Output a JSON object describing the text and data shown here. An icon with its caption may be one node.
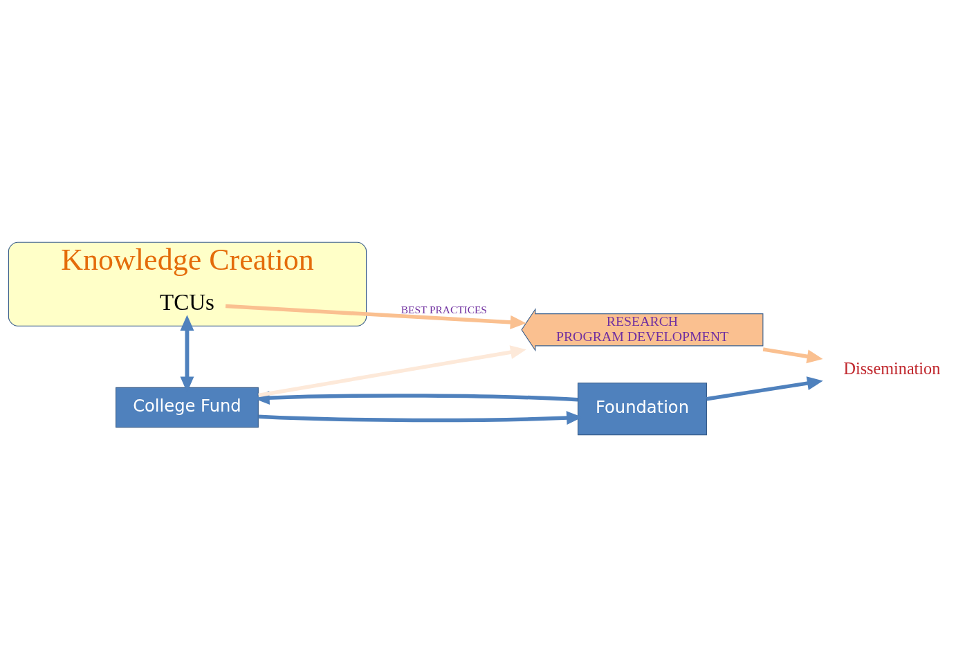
{
  "diagram": {
    "nodes": [
      {
        "text": [
          "Knowledge Creation"
        ]
      },
      {
        "text": [
          "Foundation"
        ]
      },
      {
        "text": [
          "College Fund"
        ]
      },
      {
        "text": [
          "TCUs"
        ],
        "in": 0
      },
      {
        "text": [
          "Dissemination"
        ]
      },
      {
        "text": [
          "RESEARCH",
          "PROGRAM DEVELOPMENT"
        ]
      }
    ],
    "edges": [
      {
        "from": 1,
        "to": 2,
        "arrow": "to"
      },
      {
        "from": 2,
        "to": 3,
        "arrow": "to"
      },
      {
        "from": 2,
        "to": 1,
        "arrow": "to"
      },
      {
        "from": 1,
        "to": 4,
        "arrow": "to"
      },
      {
        "from": 3,
        "to": 2,
        "arrow": "to"
      },
      {
        "from": 2,
        "to": 5,
        "arrow": "to",
        "color": "#fde9d9"
      },
      {
        "from": 3,
        "to": 5,
        "arrow": "to",
        "label": "BEST PRACTICES",
        "color": "#fac090"
      },
      {
        "from": 5,
        "to": 4,
        "arrow": "to",
        "color": "#fac090"
      }
    ]
  }
}
